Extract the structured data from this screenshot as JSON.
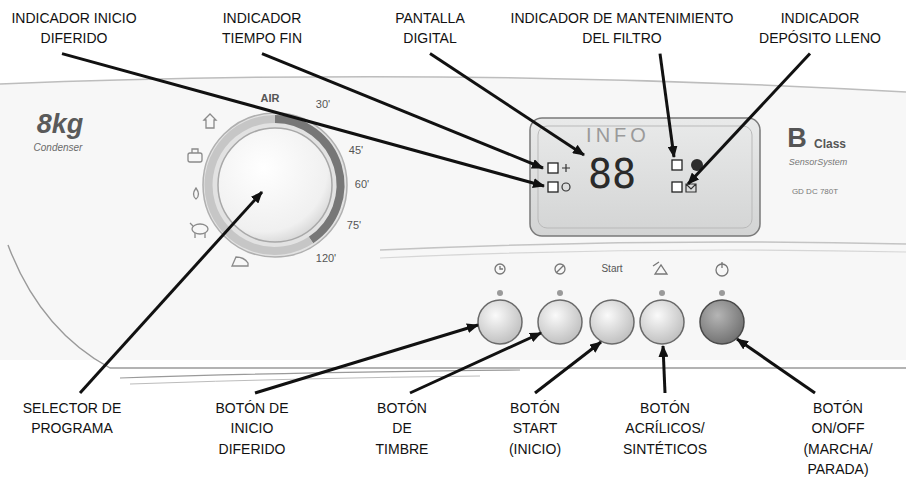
{
  "diagram": {
    "labels": [
      "INDICADOR INICIO DIFERIDO",
      "INDICADOR TIEMPO FIN",
      "PANTALLA DIGITAL",
      "INDICADOR DE MANTENIMIENTO DEL FILTRO",
      "INDICADOR DEPÓSITO LLENO",
      "8kg",
      "Condenser",
      "AIR",
      "30'",
      "45'",
      "60'",
      "75'",
      "120'",
      "INFO",
      "88",
      "B",
      "Class",
      "SensorSystem",
      "GD DC 780T",
      "Start",
      "SELECTOR DE PROGRAMA",
      "BOTÓN DE INICIO DIFERIDO",
      "BOTÓN DE TIMBRE",
      "BOTÓN START (INICIO)",
      "BOTÓN ACRÍLICOS/ SINTÉTICOS",
      "BOTÓN ON/OFF (MARCHA/ PARADA)"
    ]
  }
}
